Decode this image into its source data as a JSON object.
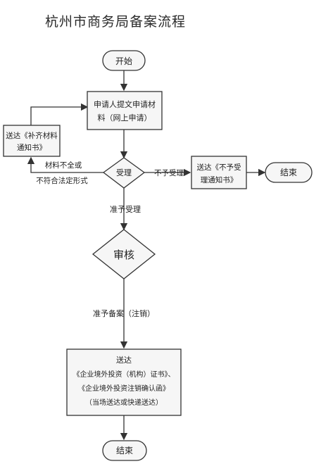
{
  "title": "杭州市商务局备案流程",
  "nodes": {
    "start": "开始",
    "submit_line1": "申请人提文申请材",
    "submit_line2": "料（网上申请）",
    "supplement_line1": "送达《补齐材料",
    "supplement_line2": "通知书》",
    "accept": "受理",
    "reject_notice_line1": "送达《不予受",
    "reject_notice_line2": "理通知书》",
    "end_top": "结束",
    "review": "审核",
    "deliver_line1": "送达",
    "deliver_line2": "《企业境外投资（机构）证书》、",
    "deliver_line3": "《企业境外投资注销确认函》",
    "deliver_line4": "（当场送达或快递送达）",
    "end_bottom": "结束"
  },
  "edges": {
    "incomplete_line1": "材料不全或",
    "incomplete_line2": "不符合法定形式",
    "not_accepted": "不予受理",
    "accepted": "准予受理",
    "approved": "准予备案（注销）"
  }
}
